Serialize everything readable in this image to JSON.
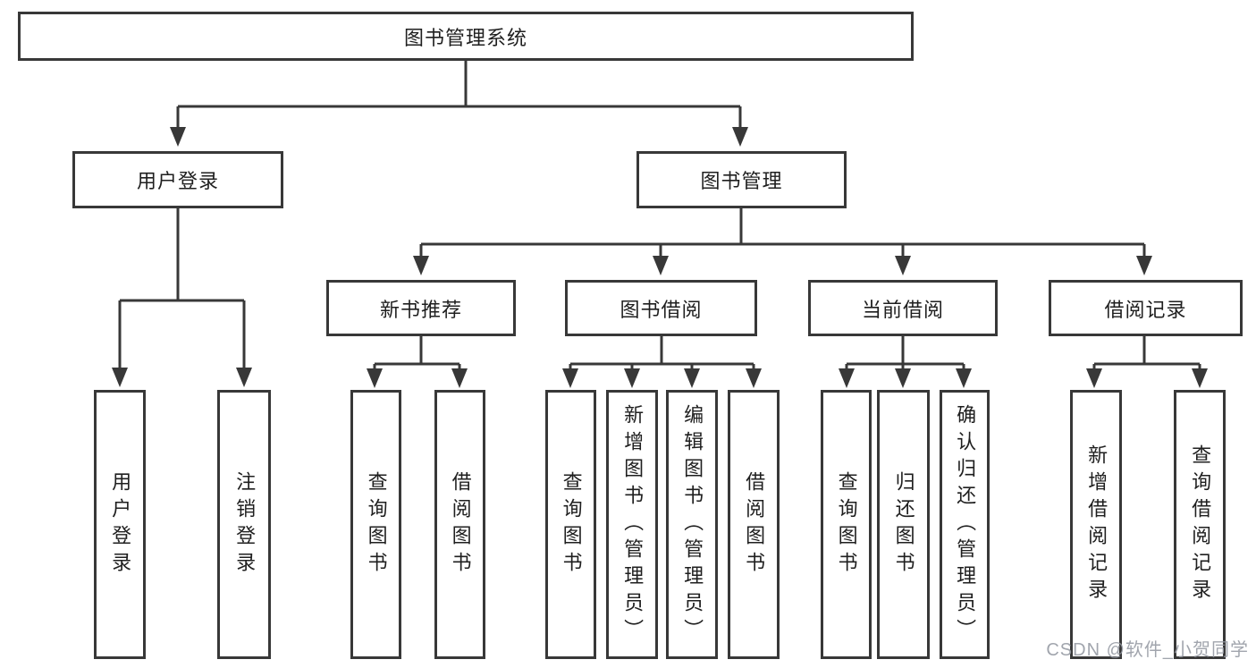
{
  "nodes": {
    "root": "图书管理系统",
    "level2": {
      "user_login": "用户登录",
      "book_mgmt": "图书管理"
    },
    "level3": {
      "new_books": "新书推荐",
      "borrowing": "图书借阅",
      "current": "当前借阅",
      "records": "借阅记录"
    },
    "leaves": {
      "user_login": [
        "用户登录",
        "注销登录"
      ],
      "new_books": [
        "查询图书",
        "借阅图书"
      ],
      "borrowing": [
        "查询图书",
        "新增图书（管理员）",
        "编辑图书（管理员）",
        "借阅图书"
      ],
      "current": [
        "查询图书",
        "归还图书",
        "确认归还（管理员）"
      ],
      "records": [
        "新增借阅记录",
        "查询借阅记录"
      ]
    }
  },
  "watermark": "CSDN @软件_小贺同学",
  "colors": {
    "line": "#383838",
    "text": "#1f1f1f",
    "watermark": "#949ca2",
    "background": "#ffffff"
  }
}
